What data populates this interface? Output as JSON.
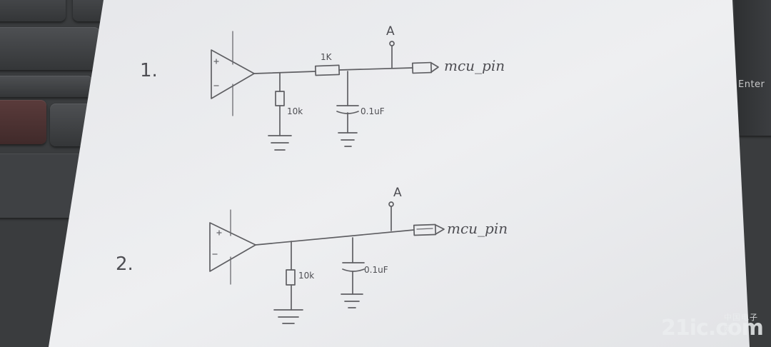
{
  "circuits": [
    {
      "number": "1.",
      "node_label": "A",
      "series_resistor": "1K",
      "pulldown_resistor": "10k",
      "capacitor": "0.1uF",
      "output_label": "mcu_pin"
    },
    {
      "number": "2.",
      "node_label": "A",
      "pulldown_resistor": "10k",
      "capacitor": "0.1uF",
      "output_label": "mcu_pin"
    }
  ],
  "keyboard": {
    "enter_label": "Enter"
  },
  "watermark": {
    "text": "21ic.com",
    "cn_text": "中国电子网"
  }
}
